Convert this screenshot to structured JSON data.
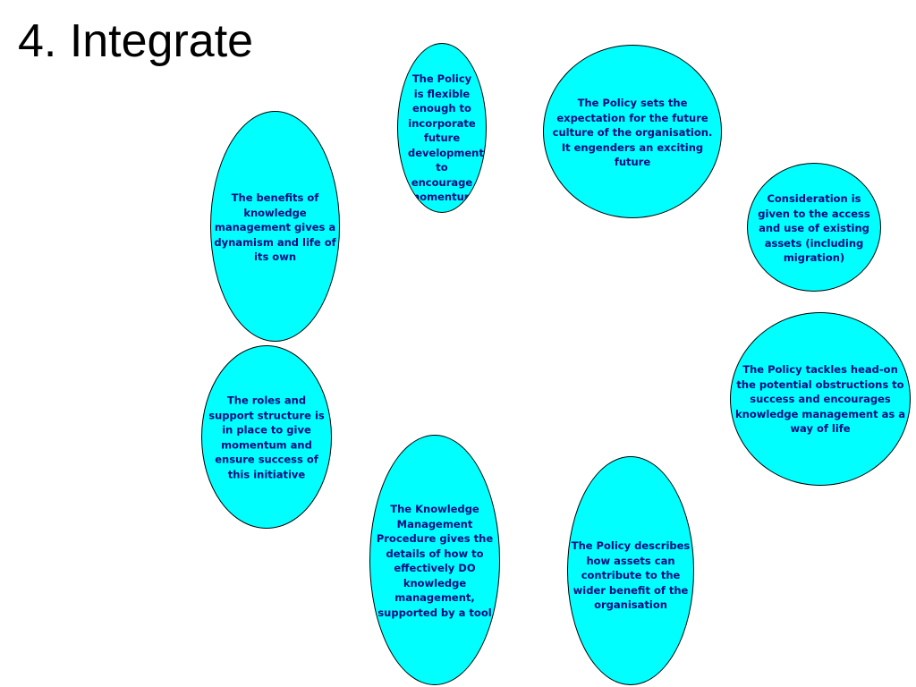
{
  "title": "4. Integrate",
  "colors": {
    "bubble_fill": "#00ffff",
    "bubble_outline": "#000000",
    "bubble_text": "#000a80"
  },
  "statements": [
    {
      "text": "The Policy is flexible enough to incorporate future developments to encourage momentum"
    },
    {
      "text": "The Policy sets the expectation for the future culture of the organisation.  It engenders an exciting future"
    },
    {
      "text": "Consideration is given to the access and use of existing assets (including migration)"
    },
    {
      "text": "The Policy tackles head-on the potential obstructions to success and encourages knowledge management as a way of life"
    },
    {
      "text": "The Policy describes how assets can contribute to the wider benefit of the organisation"
    },
    {
      "text": "The Knowledge Management Procedure gives the details of how to effectively DO knowledge management, supported by a tool"
    },
    {
      "text": "The roles and support structure is in place to give momentum and ensure success of this initiative"
    },
    {
      "text": "The benefits of knowledge management gives a dynamism and life of its own"
    }
  ]
}
